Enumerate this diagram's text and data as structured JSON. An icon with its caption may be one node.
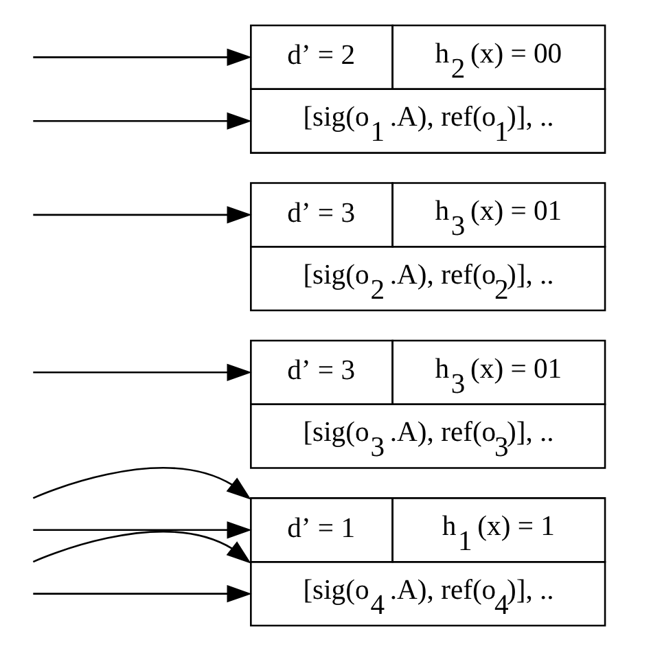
{
  "diagram": {
    "nodes": [
      {
        "text": [
          "d’ = 2",
          "h$_{2}$ (x) = 00",
          "[sig(o$_{1}$ .A), ref(o$_{1}$)], .."
        ]
      },
      {
        "text": [
          "d’ = 3",
          "h$_{3}$ (x) = 01",
          "[sig(o$_{2}$ .A), ref(o$_{2}$)], .."
        ]
      },
      {
        "text": [
          "d’ = 3",
          "h$_{3}$ (x) = 01",
          "[sig(o$_{3}$ .A), ref(o$_{3}$)], .."
        ]
      },
      {
        "text": [
          "d’ = 1",
          "h$_{1}$ (x) = 1",
          "[sig(o$_{4}$ .A), ref(o$_{4}$)], .."
        ]
      }
    ],
    "edges": [
      {
        "from": null,
        "to": 0,
        "arrow": "to"
      },
      {
        "from": null,
        "to": 0,
        "arrow": "to"
      },
      {
        "from": null,
        "to": 1,
        "arrow": "to"
      },
      {
        "from": null,
        "to": 2,
        "arrow": "to"
      },
      {
        "from": null,
        "to": 3,
        "arrow": "to"
      },
      {
        "from": null,
        "to": 3,
        "arrow": "to"
      },
      {
        "from": null,
        "to": 3,
        "arrow": "to"
      },
      {
        "from": null,
        "to": 3,
        "arrow": "to"
      }
    ]
  }
}
